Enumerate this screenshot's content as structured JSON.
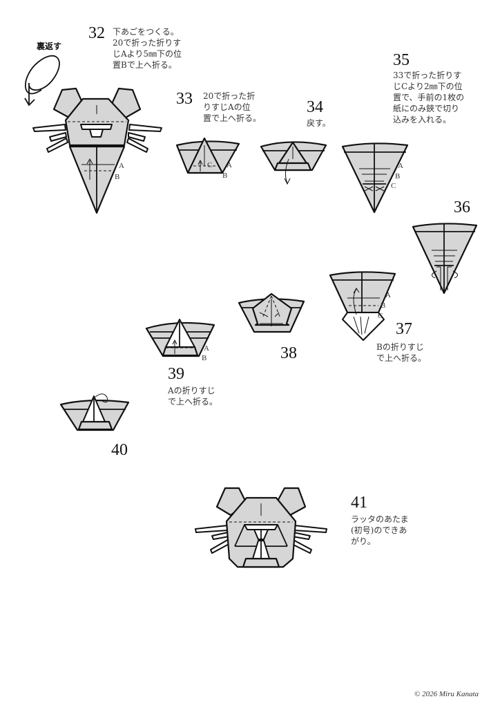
{
  "steps": [
    {
      "number": "32",
      "text": "下あごをつくる。\n20で折った折りす\nじAより5㎜下の位\n置Bで上へ折る。",
      "note": "裏返す",
      "labels": [
        "A",
        "B"
      ]
    },
    {
      "number": "33",
      "text": "20で折った折\nりすじAの位\n置で上へ折る。",
      "labels": [
        "C",
        "A",
        "B"
      ]
    },
    {
      "number": "34",
      "text": "戻す。"
    },
    {
      "number": "35",
      "text": "33で折った折りす\nじCより2㎜下の位\n置で、手前の1枚の\n紙にのみ鋏で切り\n込みを入れる。",
      "labels": [
        "A",
        "B",
        "C"
      ]
    },
    {
      "number": "36",
      "text": ""
    },
    {
      "number": "37",
      "text": "Bの折りすじ\nで上へ折る。",
      "labels": [
        "A",
        "B",
        "C"
      ]
    },
    {
      "number": "38",
      "text": ""
    },
    {
      "number": "39",
      "text": "Aの折りすじ\nで上へ折る。",
      "labels": [
        "A",
        "B"
      ]
    },
    {
      "number": "40",
      "text": ""
    },
    {
      "number": "41",
      "text": "ラッタのあたま\n(初号)のできあ\nがり。"
    }
  ],
  "footer": {
    "copyright": "© 2026 Miru Kanata"
  },
  "colors": {
    "paper_fill": "#d6d6d6",
    "line": "#111111"
  }
}
